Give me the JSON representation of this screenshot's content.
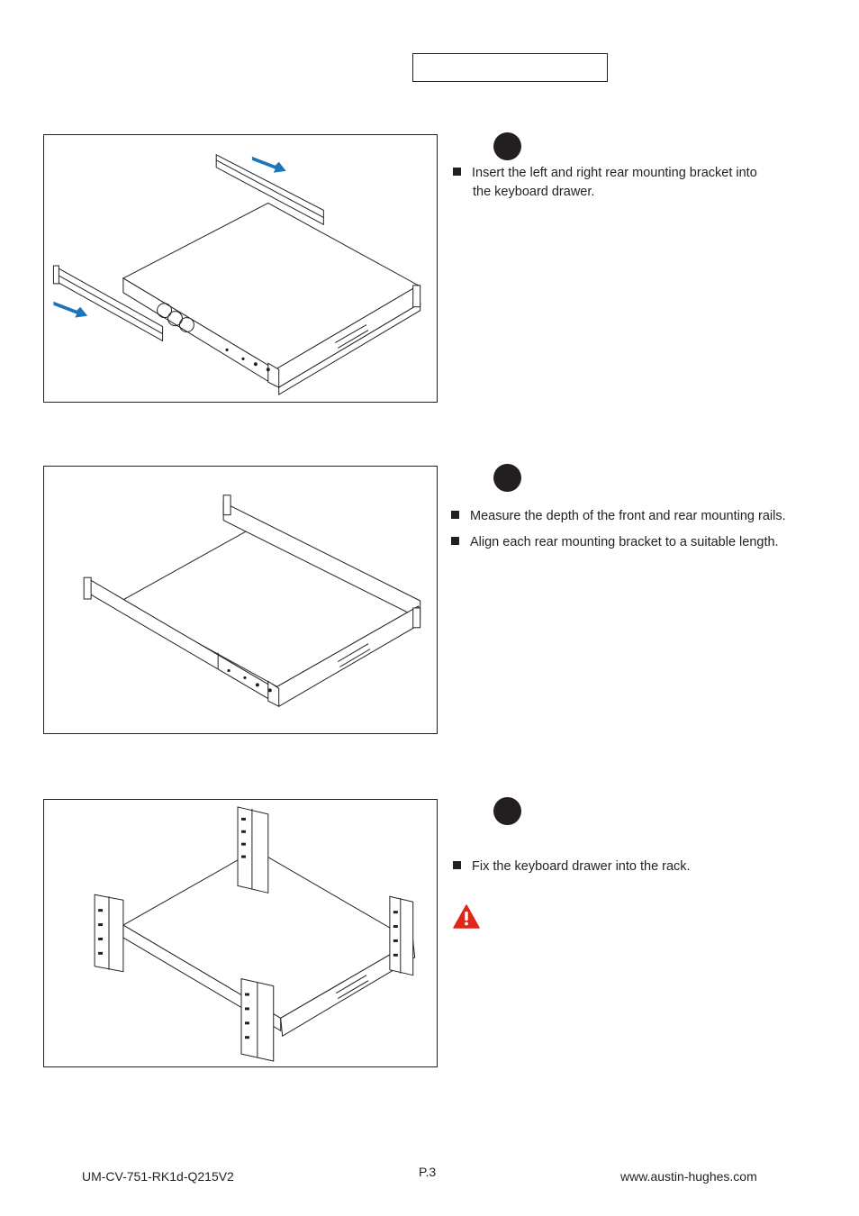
{
  "page": {
    "title_box": "",
    "steps": [
      {
        "bullets": [
          {
            "line1": "Insert the left and right rear mounting bracket into",
            "line2": "the keyboard drawer."
          }
        ]
      },
      {
        "bullets": [
          {
            "line1": "Measure the depth of the front and rear mounting rails."
          },
          {
            "line1": "Align each rear mounting bracket to a suitable length."
          }
        ]
      },
      {
        "bullets": [
          {
            "line1": "Fix the keyboard drawer into the rack."
          }
        ],
        "has_warning": true
      }
    ]
  },
  "footer": {
    "doc_code": "UM-CV-751-RK1d-Q215V2",
    "page_number": "P.3",
    "website": "www.austin-hughes.com"
  },
  "colors": {
    "ink": "#231f20",
    "arrow": "#1b75bb",
    "warning": "#e1251b"
  },
  "icons": [
    "bullet-square-icon",
    "warning-icon",
    "arrow-icon"
  ]
}
